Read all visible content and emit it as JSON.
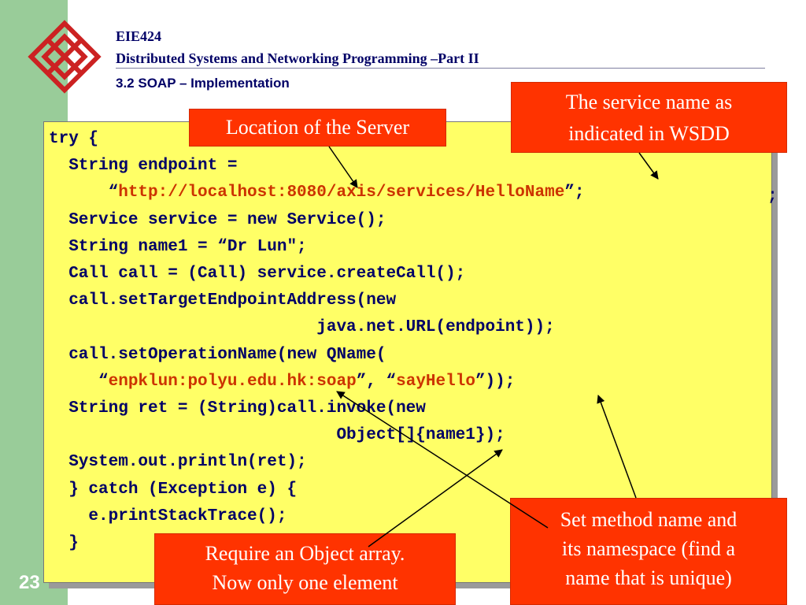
{
  "header": {
    "course": "EIE424",
    "subtitle": "Distributed Systems and Networking Programming –Part II",
    "section": "3.2 SOAP – Implementation"
  },
  "code": {
    "line1": "try {",
    "line2": "  String endpoint =",
    "line3_pre": "      “",
    "line3_url": "http://localhost:8080/axis/services/HelloName",
    "line3_post": "”;",
    "line4": "  Service service = new Service();",
    "line5": "  String name1 = “Dr Lun\";",
    "line6": "  Call call = (Call) service.createCall();",
    "line7": "  call.setTargetEndpointAddress(new",
    "line8": "                           java.net.URL(endpoint));",
    "line9": "  call.setOperationName(new QName(",
    "line10_pre": "     “",
    "line10_ns": "enpklun:polyu.edu.hk:soap",
    "line10_mid": "”, “",
    "line10_method": "sayHello",
    "line10_post": "”));",
    "line11": "  String ret = (String)call.invoke(new",
    "line12": "                             Object[]{name1});",
    "line13": "  System.out.println(ret);",
    "line14": "  } catch (Exception e) {",
    "line15": "    e.printStackTrace();",
    "line16": "  }"
  },
  "overflow_char": ";",
  "callouts": {
    "location": "Location of the Server",
    "service_line1": "The service name as",
    "service_line2": "indicated in WSDD",
    "method_line1": "Set method name and",
    "method_line2": "its namespace (find a",
    "method_line3": "name that is unique)",
    "object_line1": "Require an Object array.",
    "object_line2": "Now only one element"
  },
  "slide_number": "23",
  "colors": {
    "sidebar": "#99cc99",
    "code_background": "#ffff66",
    "code_text": "#000066",
    "code_highlight": "#cc3300",
    "callout": "#ff3300",
    "title": "#000066"
  },
  "logo_icon": "polyu-logo-icon"
}
